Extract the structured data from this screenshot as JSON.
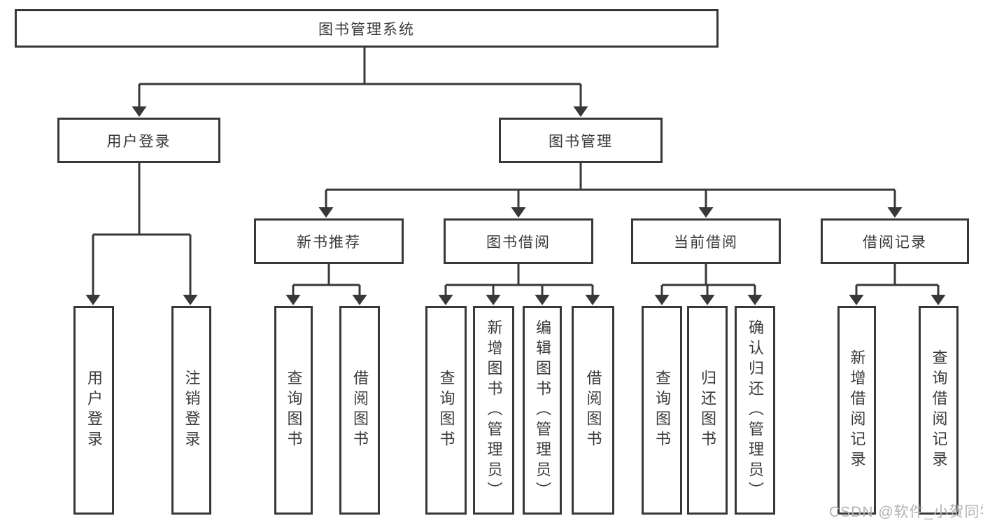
{
  "tree": {
    "root": {
      "label": "图书管理系统",
      "children": [
        {
          "label": "用户登录",
          "children": [
            {
              "label": "用户登录"
            },
            {
              "label": "注销登录"
            }
          ]
        },
        {
          "label": "图书管理",
          "children": [
            {
              "label": "新书推荐",
              "children": [
                {
                  "label": "查询图书"
                },
                {
                  "label": "借阅图书"
                }
              ]
            },
            {
              "label": "图书借阅",
              "children": [
                {
                  "label": "查询图书"
                },
                {
                  "label": "新增图书（管理员）"
                },
                {
                  "label": "编辑图书（管理员）"
                },
                {
                  "label": "借阅图书"
                }
              ]
            },
            {
              "label": "当前借阅",
              "children": [
                {
                  "label": "查询图书"
                },
                {
                  "label": "归还图书"
                },
                {
                  "label": "确认归还（管理员）"
                }
              ]
            },
            {
              "label": "借阅记录",
              "children": [
                {
                  "label": "新增借阅记录"
                },
                {
                  "label": "查询借阅记录"
                }
              ]
            }
          ]
        }
      ]
    }
  },
  "watermark": "CSDN @软件_小贺同学",
  "colors": {
    "line": "#383838",
    "text": "#3a3a3a",
    "background": "#ffffff",
    "watermark": "#b3b3b3"
  }
}
